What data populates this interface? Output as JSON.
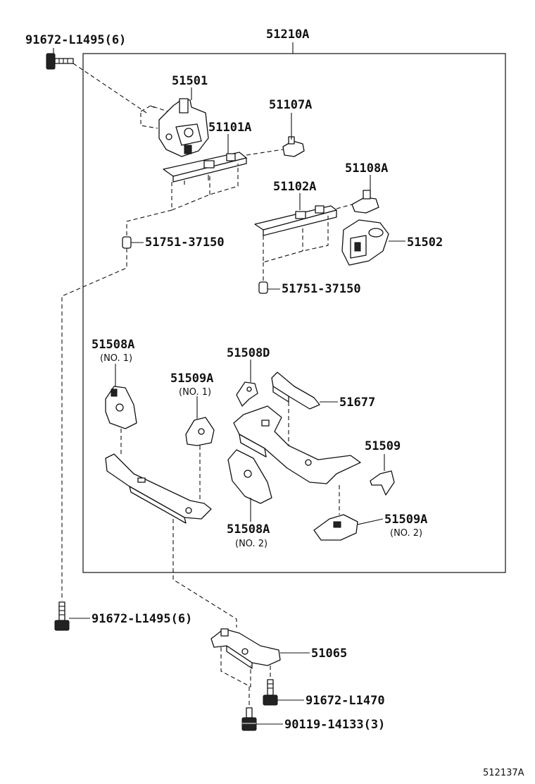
{
  "diagram": {
    "assembly_label": "51210A",
    "reference_code": "512137A",
    "callouts": [
      {
        "id": "c1",
        "text": "91672-L1495(6)",
        "sub": ""
      },
      {
        "id": "c2",
        "text": "51501",
        "sub": ""
      },
      {
        "id": "c3",
        "text": "51107A",
        "sub": ""
      },
      {
        "id": "c4",
        "text": "51101A",
        "sub": ""
      },
      {
        "id": "c5",
        "text": "51108A",
        "sub": ""
      },
      {
        "id": "c6",
        "text": "51102A",
        "sub": ""
      },
      {
        "id": "c7",
        "text": "51751-37150",
        "sub": ""
      },
      {
        "id": "c8",
        "text": "51502",
        "sub": ""
      },
      {
        "id": "c9",
        "text": "51751-37150",
        "sub": ""
      },
      {
        "id": "c10",
        "text": "51508A",
        "sub": "(NO. 1)"
      },
      {
        "id": "c11",
        "text": "51508D",
        "sub": ""
      },
      {
        "id": "c12",
        "text": "51509A",
        "sub": "(NO. 1)"
      },
      {
        "id": "c13",
        "text": "51677",
        "sub": ""
      },
      {
        "id": "c14",
        "text": "51509",
        "sub": ""
      },
      {
        "id": "c15",
        "text": "51508A",
        "sub": "(NO. 2)"
      },
      {
        "id": "c16",
        "text": "51509A",
        "sub": "(NO. 2)"
      },
      {
        "id": "c17",
        "text": "91672-L1495(6)",
        "sub": ""
      },
      {
        "id": "c18",
        "text": "51065",
        "sub": ""
      },
      {
        "id": "c19",
        "text": "91672-L1470",
        "sub": ""
      },
      {
        "id": "c20",
        "text": "90119-14133(3)",
        "sub": ""
      }
    ]
  }
}
